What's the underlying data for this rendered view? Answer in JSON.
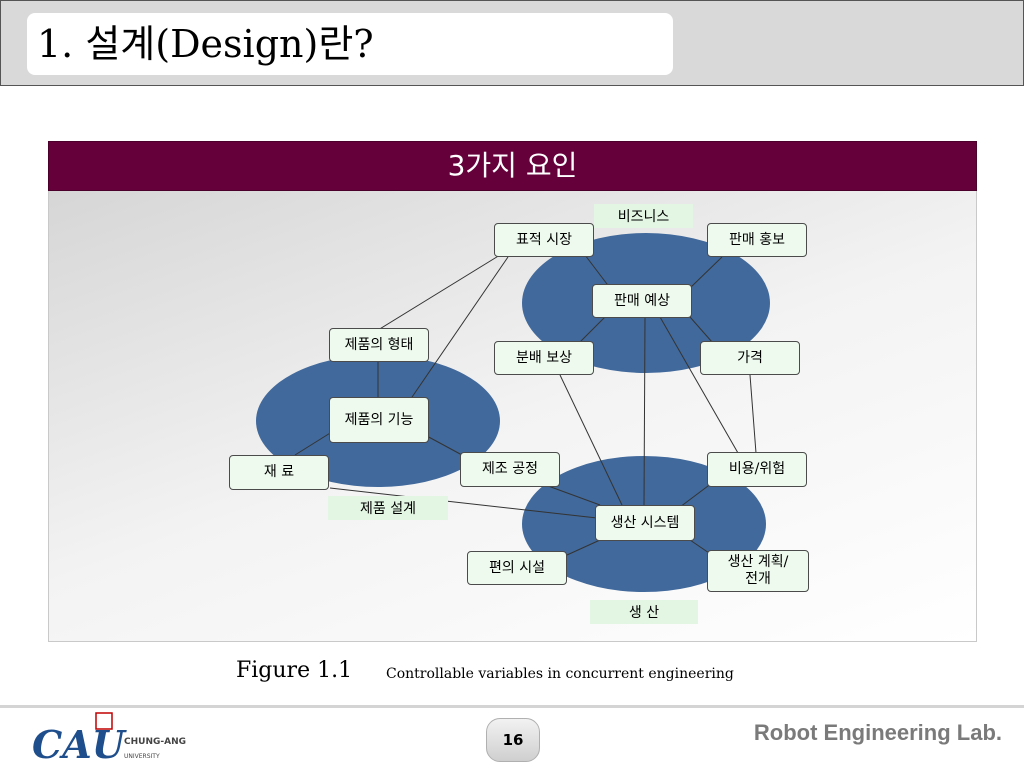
{
  "header": {
    "title": "1. 설계(Design)란?"
  },
  "diagram": {
    "banner": "3가지 요인",
    "groups": {
      "business": "비즈니스",
      "product_design": "제품 설계",
      "production": "생 산"
    },
    "nodes": {
      "target_market": "표적 시장",
      "sales_promotion": "판매 홍보",
      "sales_forecast": "판매 예상",
      "distribution_compensation": "분배 보상",
      "price": "가격",
      "product_form": "제품의 형태",
      "product_function": "제품의 기능",
      "material": "재  료",
      "manufacturing_process": "제조 공정",
      "cost_risk": "비용/위험",
      "production_system": "생산 시스템",
      "facilities": "편의 시설",
      "production_plan": "생산 계획/\n전개"
    },
    "colors": {
      "ellipse": "#41699b",
      "banner": "#66003a",
      "node_fill": "#eefaee"
    }
  },
  "caption": {
    "figure": "Figure 1.1",
    "text": "Controllable variables in concurrent engineering"
  },
  "footer": {
    "logo_text": "CAU",
    "logo_sub1": "CHUNG-ANG",
    "logo_sub2": "UNIVERSITY",
    "page_number": "16",
    "lab": "Robot Engineering Lab."
  }
}
